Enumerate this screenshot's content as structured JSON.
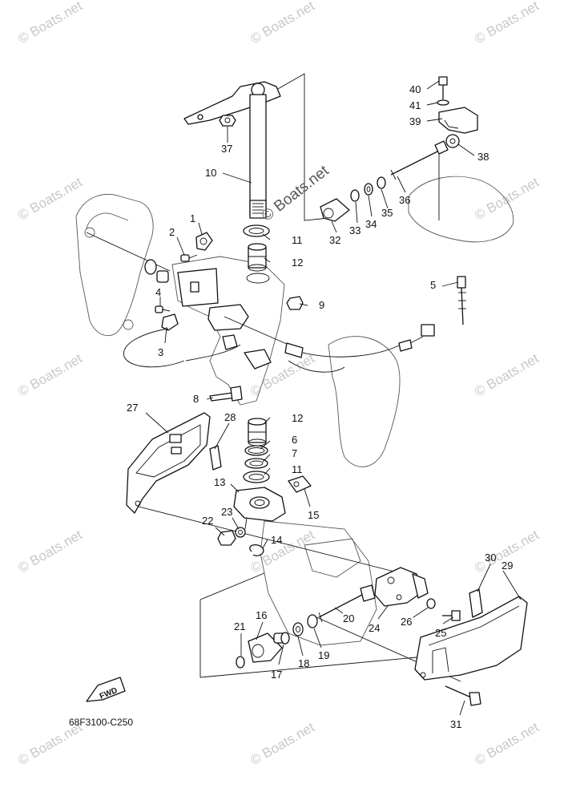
{
  "diagram_code": "68F3100-C250",
  "fwd_label": "FWD",
  "watermark": {
    "text": "Boats.net",
    "symbol": "©"
  },
  "callouts": [
    "1",
    "2",
    "3",
    "4",
    "5",
    "6",
    "7",
    "8",
    "9",
    "10",
    "11",
    "11",
    "12",
    "12",
    "13",
    "14",
    "15",
    "16",
    "17",
    "18",
    "19",
    "20",
    "21",
    "22",
    "23",
    "24",
    "25",
    "26",
    "27",
    "28",
    "29",
    "30",
    "31",
    "32",
    "33",
    "34",
    "35",
    "36",
    "37",
    "38",
    "39",
    "40",
    "41"
  ],
  "colors": {
    "line": "#111111",
    "watermark": "#c8c8c8",
    "background": "#ffffff"
  }
}
